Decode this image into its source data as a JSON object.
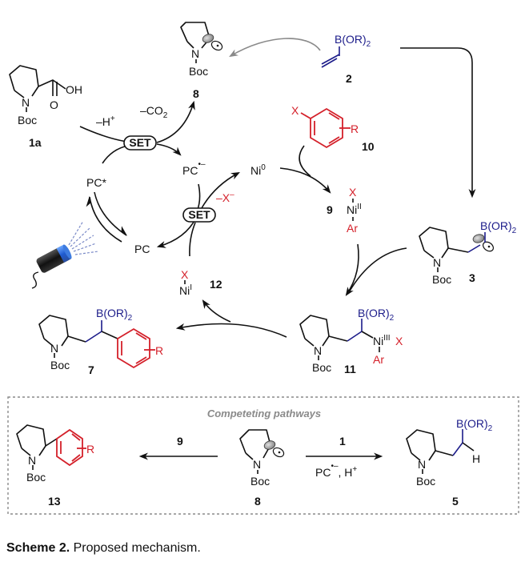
{
  "compounds": {
    "c1a": {
      "label": "1a",
      "substituent": "OH",
      "carbonyl_o": "O",
      "n": "N",
      "protecting_group": "Boc"
    },
    "c8_top": {
      "label": "8",
      "n": "N",
      "protecting_group": "Boc"
    },
    "c2": {
      "label": "2",
      "boron": "B(OR)",
      "boron_sub": "2"
    },
    "c10": {
      "label": "10",
      "x": "X",
      "r": "R"
    },
    "c9": {
      "label": "9",
      "x": "X",
      "ni": "Ni",
      "ni_ox": "II",
      "ar": "Ar"
    },
    "c3": {
      "label": "3",
      "n": "N",
      "protecting_group": "Boc",
      "boron": "B(OR)",
      "boron_sub": "2"
    },
    "c11": {
      "label": "11",
      "n": "N",
      "protecting_group": "Boc",
      "boron": "B(OR)",
      "boron_sub": "2",
      "ni": "Ni",
      "ni_ox": "III",
      "x": "X",
      "ar": "Ar"
    },
    "c12": {
      "label": "12",
      "x": "X",
      "ni": "Ni",
      "ni_ox": "I"
    },
    "c7": {
      "label": "7",
      "n": "N",
      "protecting_group": "Boc",
      "boron": "B(OR)",
      "boron_sub": "2",
      "r": "R"
    },
    "c13": {
      "label": "13",
      "n": "N",
      "protecting_group": "Boc",
      "r": "R"
    },
    "c8_box": {
      "label": "8",
      "n": "N",
      "protecting_group": "Boc"
    },
    "c5": {
      "label": "5",
      "n": "N",
      "protecting_group": "Boc",
      "boron": "B(OR)",
      "boron_sub": "2",
      "h": "H"
    }
  },
  "cycle": {
    "minus_h": "–H",
    "minus_h_sup": "+",
    "minus_co2": "–CO",
    "minus_co2_sub": "2",
    "set_top": "SET",
    "set_bottom": "SET",
    "pc_star": "PC*",
    "pc_radical_anion": "PC",
    "pc_radical_anion_sup": "•–",
    "pc": "PC",
    "ni0": "Ni",
    "ni0_sup": "0",
    "minus_x": "–X",
    "minus_x_sup": "–"
  },
  "competing": {
    "title": "Competeting pathways",
    "left_reagent": "9",
    "right_reagent": "1",
    "right_conditions": "PC",
    "right_conditions_sup": "•–",
    "right_conditions_tail": ", H",
    "right_conditions_tail_sup": "+"
  },
  "caption": {
    "bold": "Scheme 2.",
    "text": " Proposed mechanism."
  },
  "colors": {
    "boron": "#1c1c8a",
    "aryl": "#d4202a",
    "ink": "#111111",
    "grey_arrow": "#8a8a8a",
    "box_border": "#8a8a8a",
    "lamp_blue": "#2f6fd6"
  }
}
